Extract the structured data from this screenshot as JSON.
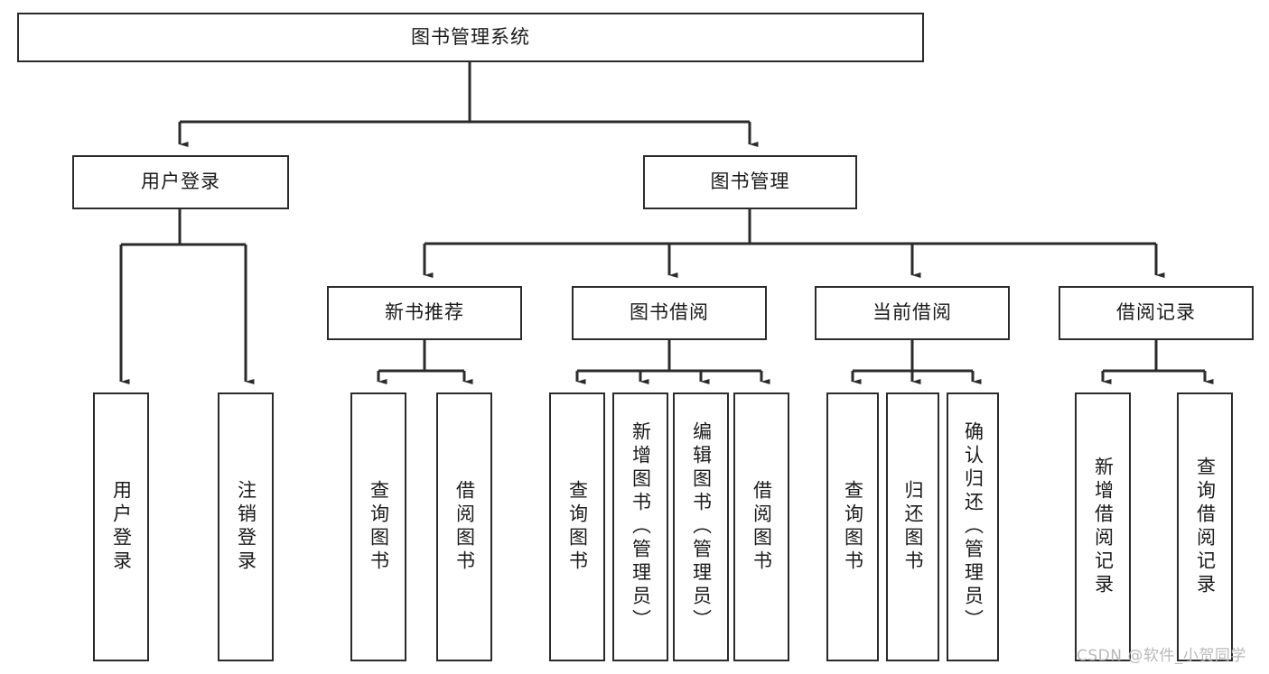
{
  "diagram": {
    "title_box": "图书管理系统",
    "colors": {
      "stroke": "#2b2b2b",
      "fill": "#ffffff",
      "text": "#1a1a1a",
      "watermark": "#b9b9b9"
    },
    "level2": {
      "user_login": "用户登录",
      "book_manage": "图书管理"
    },
    "level3": {
      "new_recommend": "新书推荐",
      "book_borrow": "图书借阅",
      "current_borrow": "当前借阅",
      "borrow_history": "借阅记录"
    },
    "leaves": {
      "user_login_child_1": "用户登录",
      "user_login_child_2": "注销登录",
      "new_recommend_child_1": "查询图书",
      "new_recommend_child_2": "借阅图书",
      "book_borrow_child_1": "查询图书",
      "book_borrow_child_2": "新增图书（管理员）",
      "book_borrow_child_3": "编辑图书（管理员）",
      "book_borrow_child_4": "借阅图书",
      "current_borrow_child_1": "查询图书",
      "current_borrow_child_2": "归还图书",
      "current_borrow_child_3": "确认归还（管理员）",
      "borrow_history_child_1": "新增借阅记录",
      "borrow_history_child_2": "查询借阅记录"
    }
  },
  "watermark": "CSDN @软件_小贺同学"
}
